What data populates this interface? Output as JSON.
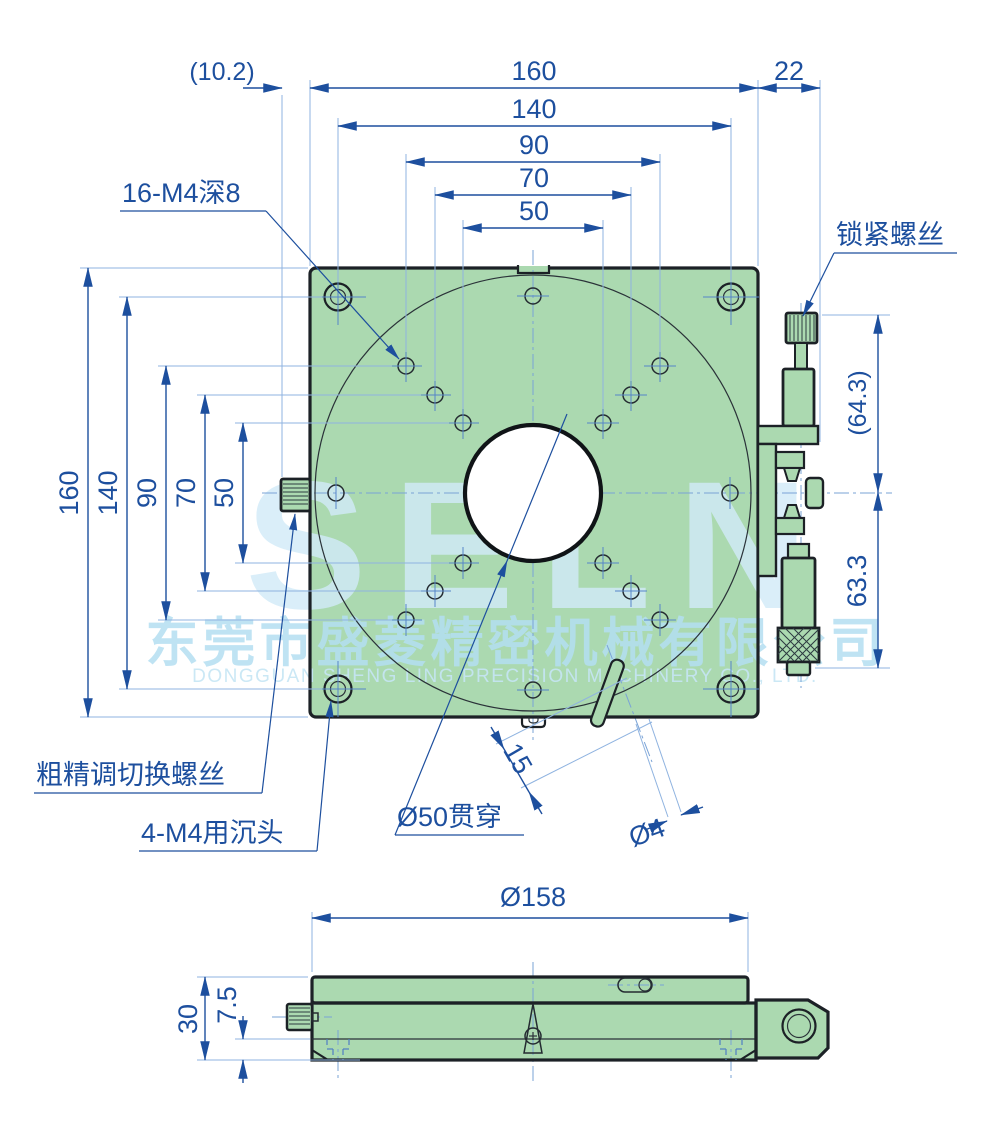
{
  "colors": {
    "part_fill": "#abd9b0",
    "outline": "#1c2126",
    "dimension_blue": "#1d4f9e",
    "extension_blue": "#8fb3e0",
    "watermark_blue": "#cfe9f7",
    "hole_white": "#ffffff"
  },
  "top_view": {
    "dims": {
      "h_left": "(10.2)",
      "h_overall": "160",
      "h_right": "22",
      "h_140": "140",
      "h_90": "90",
      "h_70": "70",
      "h_50": "50",
      "v_overall": "160",
      "v_140": "140",
      "v_90": "90",
      "v_70": "70",
      "v_50": "50",
      "r_upper": "(64.3)",
      "r_lower": "63.3",
      "pin_len": "15",
      "pin_dia": "Ø4"
    },
    "labels": {
      "holes16": "16-M4深8",
      "lock": "锁紧螺丝",
      "coarse_fine": "粗精调切换螺丝",
      "countersunk": "4-M4用沉头",
      "through": "Ø50贯穿"
    }
  },
  "side_view": {
    "dims": {
      "diameter": "Ø158",
      "height": "30",
      "base_thickness": "7.5"
    }
  },
  "watermark": {
    "logo": "SELN",
    "company_cn": "东莞市盛菱精密机械有限公司",
    "company_en": "DONGGUAN SHENG LING PRECISION MACHINERY CO., LTD."
  }
}
